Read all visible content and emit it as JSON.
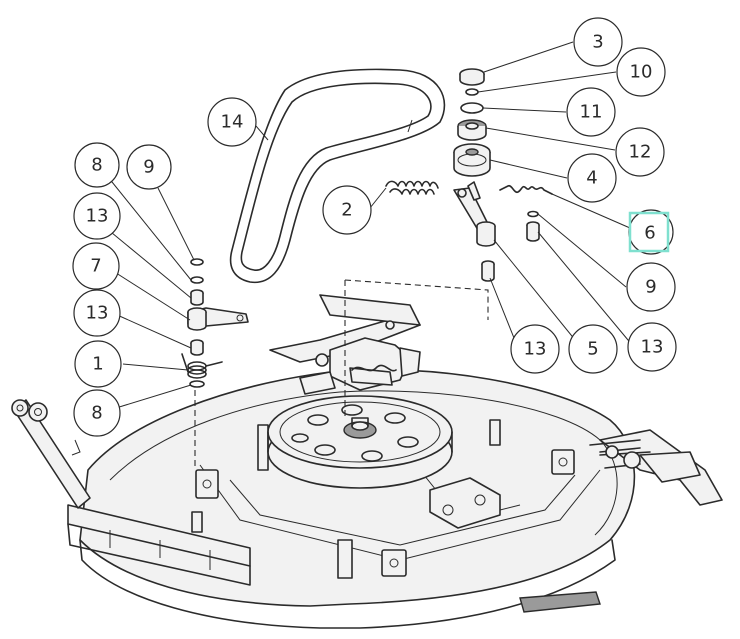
{
  "colors": {
    "line": "#2b2b2b",
    "highlight": "#7fe0cf",
    "background": "#ffffff"
  },
  "selected_callout": "6",
  "callouts": [
    {
      "id": "c3",
      "label": "3"
    },
    {
      "id": "c10",
      "label": "10"
    },
    {
      "id": "c11",
      "label": "11"
    },
    {
      "id": "c12",
      "label": "12"
    },
    {
      "id": "c4",
      "label": "4"
    },
    {
      "id": "c6",
      "label": "6"
    },
    {
      "id": "c9r",
      "label": "9"
    },
    {
      "id": "c13r",
      "label": "13"
    },
    {
      "id": "c5",
      "label": "5"
    },
    {
      "id": "c13m",
      "label": "13"
    },
    {
      "id": "c2",
      "label": "2"
    },
    {
      "id": "c14",
      "label": "14"
    },
    {
      "id": "c8t",
      "label": "8"
    },
    {
      "id": "c9l",
      "label": "9"
    },
    {
      "id": "c13t",
      "label": "13"
    },
    {
      "id": "c7",
      "label": "7"
    },
    {
      "id": "c13b",
      "label": "13"
    },
    {
      "id": "c1",
      "label": "1"
    },
    {
      "id": "c8b",
      "label": "8"
    }
  ]
}
